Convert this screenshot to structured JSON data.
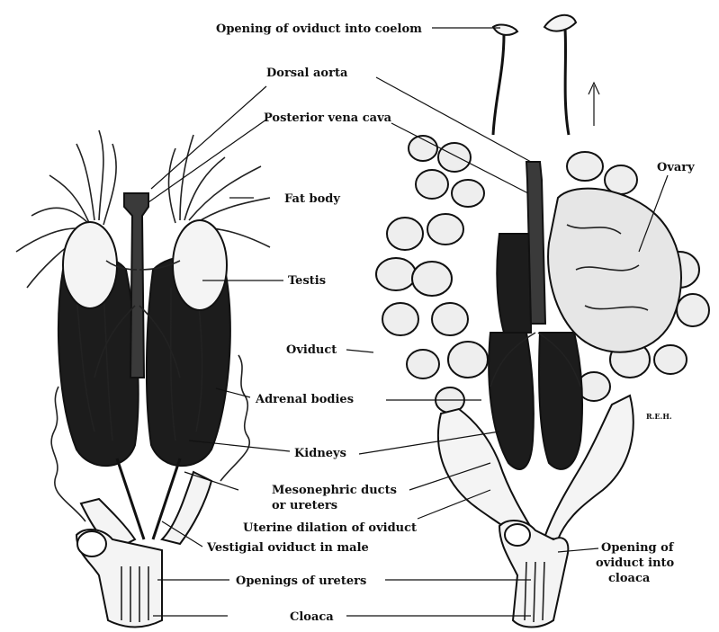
{
  "labels": {
    "opening_oviduct_coelom": "Opening of oviduct into coelom",
    "dorsal_aorta": "Dorsal aorta",
    "posterior_vena_cava": "Posterior vena cava",
    "fat_body": "Fat body",
    "ovary": "Ovary",
    "testis": "Testis",
    "oviduct": "Oviduct",
    "adrenal_bodies": "Adrenal bodies",
    "kidneys": "Kidneys",
    "mesonephric_ducts_1": "Mesonephric ducts",
    "mesonephric_ducts_2": "or ureters",
    "uterine_dilation": "Uterine dilation of oviduct",
    "vestigial_oviduct": "Vestigial oviduct in male",
    "opening_oviduct_cloaca_1": "Opening of",
    "opening_oviduct_cloaca_2": "oviduct into",
    "opening_oviduct_cloaca_3": "cloaca",
    "openings_ureters": "Openings of ureters",
    "cloaca": "Cloaca",
    "artist_initials": "R.E.H."
  }
}
